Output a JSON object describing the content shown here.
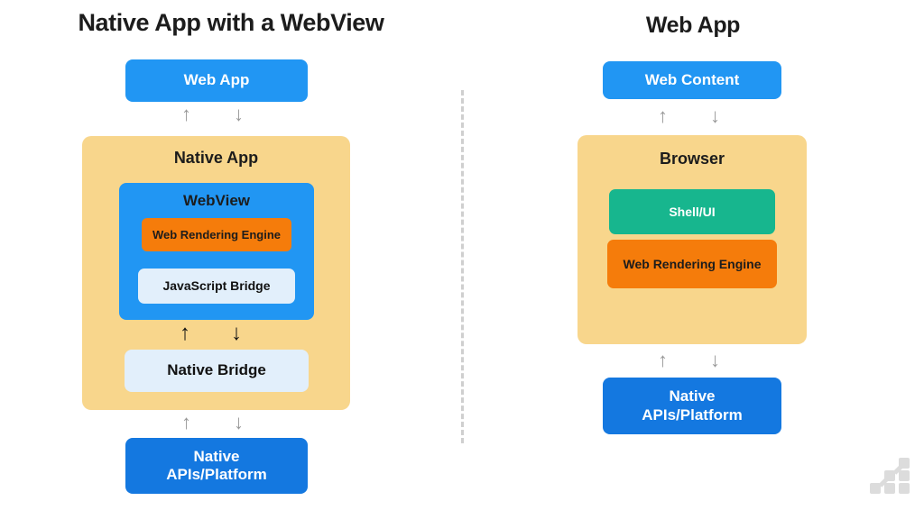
{
  "diagram": {
    "type": "architecture-comparison",
    "background_color": "#ffffff",
    "divider": "vertical-dashed-separator"
  },
  "left_panel": {
    "title": "Native App with a WebView",
    "top_box": {
      "label": "Web App",
      "color": "#2196f3",
      "text_color": "#ffffff"
    },
    "arrows_top": {
      "up": "↑",
      "down": "↓",
      "color": "#9a9a9a"
    },
    "container": {
      "label": "Native App",
      "color": "#f8d68c",
      "text_color": "#1c1c1c",
      "webview": {
        "label": "WebView",
        "color": "#2196f3",
        "text_color": "#ffffff",
        "children": [
          {
            "label": "Web Rendering Engine",
            "color": "#f57c0b",
            "text_color": "#1c1c1c"
          },
          {
            "label": "JavaScript Bridge",
            "color": "#e2effb",
            "text_color": "#111111"
          }
        ]
      },
      "inner_arrows": {
        "up": "↑",
        "down": "↓",
        "color": "#121212"
      },
      "bridge": {
        "label": "Native Bridge",
        "color": "#e2effb",
        "text_color": "#111111"
      }
    },
    "arrows_bottom": {
      "up": "↑",
      "down": "↓",
      "color": "#9a9a9a"
    },
    "bottom_box": {
      "line1": "Native",
      "line2": "APIs/Platform",
      "color": "#1478e0",
      "text_color": "#ffffff"
    }
  },
  "right_panel": {
    "title": "Web App",
    "top_box": {
      "label": "Web Content",
      "color": "#2196f3",
      "text_color": "#ffffff"
    },
    "arrows_top": {
      "up": "↑",
      "down": "↓",
      "color": "#9a9a9a"
    },
    "container": {
      "label": "Browser",
      "color": "#f8d68c",
      "text_color": "#1c1c1c",
      "children": [
        {
          "label": "Shell/UI",
          "color": "#17b68e",
          "text_color": "#ffffff"
        },
        {
          "label": "Web Rendering Engine",
          "color": "#f57c0b",
          "text_color": "#1c1c1c"
        }
      ]
    },
    "arrows_bottom": {
      "up": "↑",
      "down": "↓",
      "color": "#9a9a9a"
    },
    "bottom_box": {
      "line1": "Native",
      "line2": "APIs/Platform",
      "color": "#1478e0",
      "text_color": "#ffffff"
    }
  },
  "watermark": {
    "name": "staircase-blocks-logo",
    "color": "#dcdcdc"
  }
}
